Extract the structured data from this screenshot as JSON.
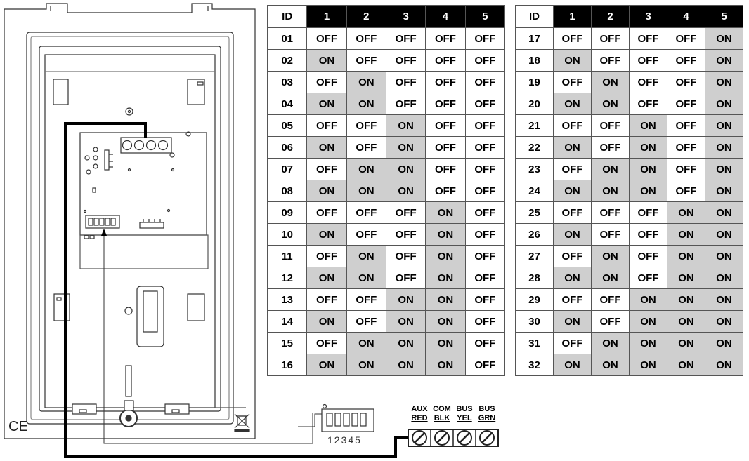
{
  "dip_header_label": "ID",
  "dip_switch_numbers": [
    "1",
    "2",
    "3",
    "4",
    "5"
  ],
  "dip_table_left": [
    {
      "id": "01",
      "s": [
        "OFF",
        "OFF",
        "OFF",
        "OFF",
        "OFF"
      ]
    },
    {
      "id": "02",
      "s": [
        "ON",
        "OFF",
        "OFF",
        "OFF",
        "OFF"
      ]
    },
    {
      "id": "03",
      "s": [
        "OFF",
        "ON",
        "OFF",
        "OFF",
        "OFF"
      ]
    },
    {
      "id": "04",
      "s": [
        "ON",
        "ON",
        "OFF",
        "OFF",
        "OFF"
      ]
    },
    {
      "id": "05",
      "s": [
        "OFF",
        "OFF",
        "ON",
        "OFF",
        "OFF"
      ]
    },
    {
      "id": "06",
      "s": [
        "ON",
        "OFF",
        "ON",
        "OFF",
        "OFF"
      ]
    },
    {
      "id": "07",
      "s": [
        "OFF",
        "ON",
        "ON",
        "OFF",
        "OFF"
      ]
    },
    {
      "id": "08",
      "s": [
        "ON",
        "ON",
        "ON",
        "OFF",
        "OFF"
      ]
    },
    {
      "id": "09",
      "s": [
        "OFF",
        "OFF",
        "OFF",
        "ON",
        "OFF"
      ]
    },
    {
      "id": "10",
      "s": [
        "ON",
        "OFF",
        "OFF",
        "ON",
        "OFF"
      ]
    },
    {
      "id": "11",
      "s": [
        "OFF",
        "ON",
        "OFF",
        "ON",
        "OFF"
      ]
    },
    {
      "id": "12",
      "s": [
        "ON",
        "ON",
        "OFF",
        "ON",
        "OFF"
      ]
    },
    {
      "id": "13",
      "s": [
        "OFF",
        "OFF",
        "ON",
        "ON",
        "OFF"
      ]
    },
    {
      "id": "14",
      "s": [
        "ON",
        "OFF",
        "ON",
        "ON",
        "OFF"
      ]
    },
    {
      "id": "15",
      "s": [
        "OFF",
        "ON",
        "ON",
        "ON",
        "OFF"
      ]
    },
    {
      "id": "16",
      "s": [
        "ON",
        "ON",
        "ON",
        "ON",
        "OFF"
      ]
    }
  ],
  "dip_table_right": [
    {
      "id": "17",
      "s": [
        "OFF",
        "OFF",
        "OFF",
        "OFF",
        "ON"
      ]
    },
    {
      "id": "18",
      "s": [
        "ON",
        "OFF",
        "OFF",
        "OFF",
        "ON"
      ]
    },
    {
      "id": "19",
      "s": [
        "OFF",
        "ON",
        "OFF",
        "OFF",
        "ON"
      ]
    },
    {
      "id": "20",
      "s": [
        "ON",
        "ON",
        "OFF",
        "OFF",
        "ON"
      ]
    },
    {
      "id": "21",
      "s": [
        "OFF",
        "OFF",
        "ON",
        "OFF",
        "ON"
      ]
    },
    {
      "id": "22",
      "s": [
        "ON",
        "OFF",
        "ON",
        "OFF",
        "ON"
      ]
    },
    {
      "id": "23",
      "s": [
        "OFF",
        "ON",
        "ON",
        "OFF",
        "ON"
      ]
    },
    {
      "id": "24",
      "s": [
        "ON",
        "ON",
        "ON",
        "OFF",
        "ON"
      ]
    },
    {
      "id": "25",
      "s": [
        "OFF",
        "OFF",
        "OFF",
        "ON",
        "ON"
      ]
    },
    {
      "id": "26",
      "s": [
        "ON",
        "OFF",
        "OFF",
        "ON",
        "ON"
      ]
    },
    {
      "id": "27",
      "s": [
        "OFF",
        "ON",
        "OFF",
        "ON",
        "ON"
      ]
    },
    {
      "id": "28",
      "s": [
        "ON",
        "ON",
        "OFF",
        "ON",
        "ON"
      ]
    },
    {
      "id": "29",
      "s": [
        "OFF",
        "OFF",
        "ON",
        "ON",
        "ON"
      ]
    },
    {
      "id": "30",
      "s": [
        "ON",
        "OFF",
        "ON",
        "ON",
        "ON"
      ]
    },
    {
      "id": "31",
      "s": [
        "OFF",
        "ON",
        "ON",
        "ON",
        "ON"
      ]
    },
    {
      "id": "32",
      "s": [
        "ON",
        "ON",
        "ON",
        "ON",
        "ON"
      ]
    }
  ],
  "dip_switch_digits": "12345",
  "terminals": [
    {
      "top": "AUX",
      "bottom": "RED"
    },
    {
      "top": "COM",
      "bottom": "BLK"
    },
    {
      "top": "BUS",
      "bottom": "YEL"
    },
    {
      "top": "BUS",
      "bottom": "GRN"
    }
  ],
  "ce_mark": "CE",
  "colors": {
    "on_cell": "#cfcfcf",
    "header_bg": "#000000",
    "wire": "#000000",
    "line": "#333333"
  }
}
